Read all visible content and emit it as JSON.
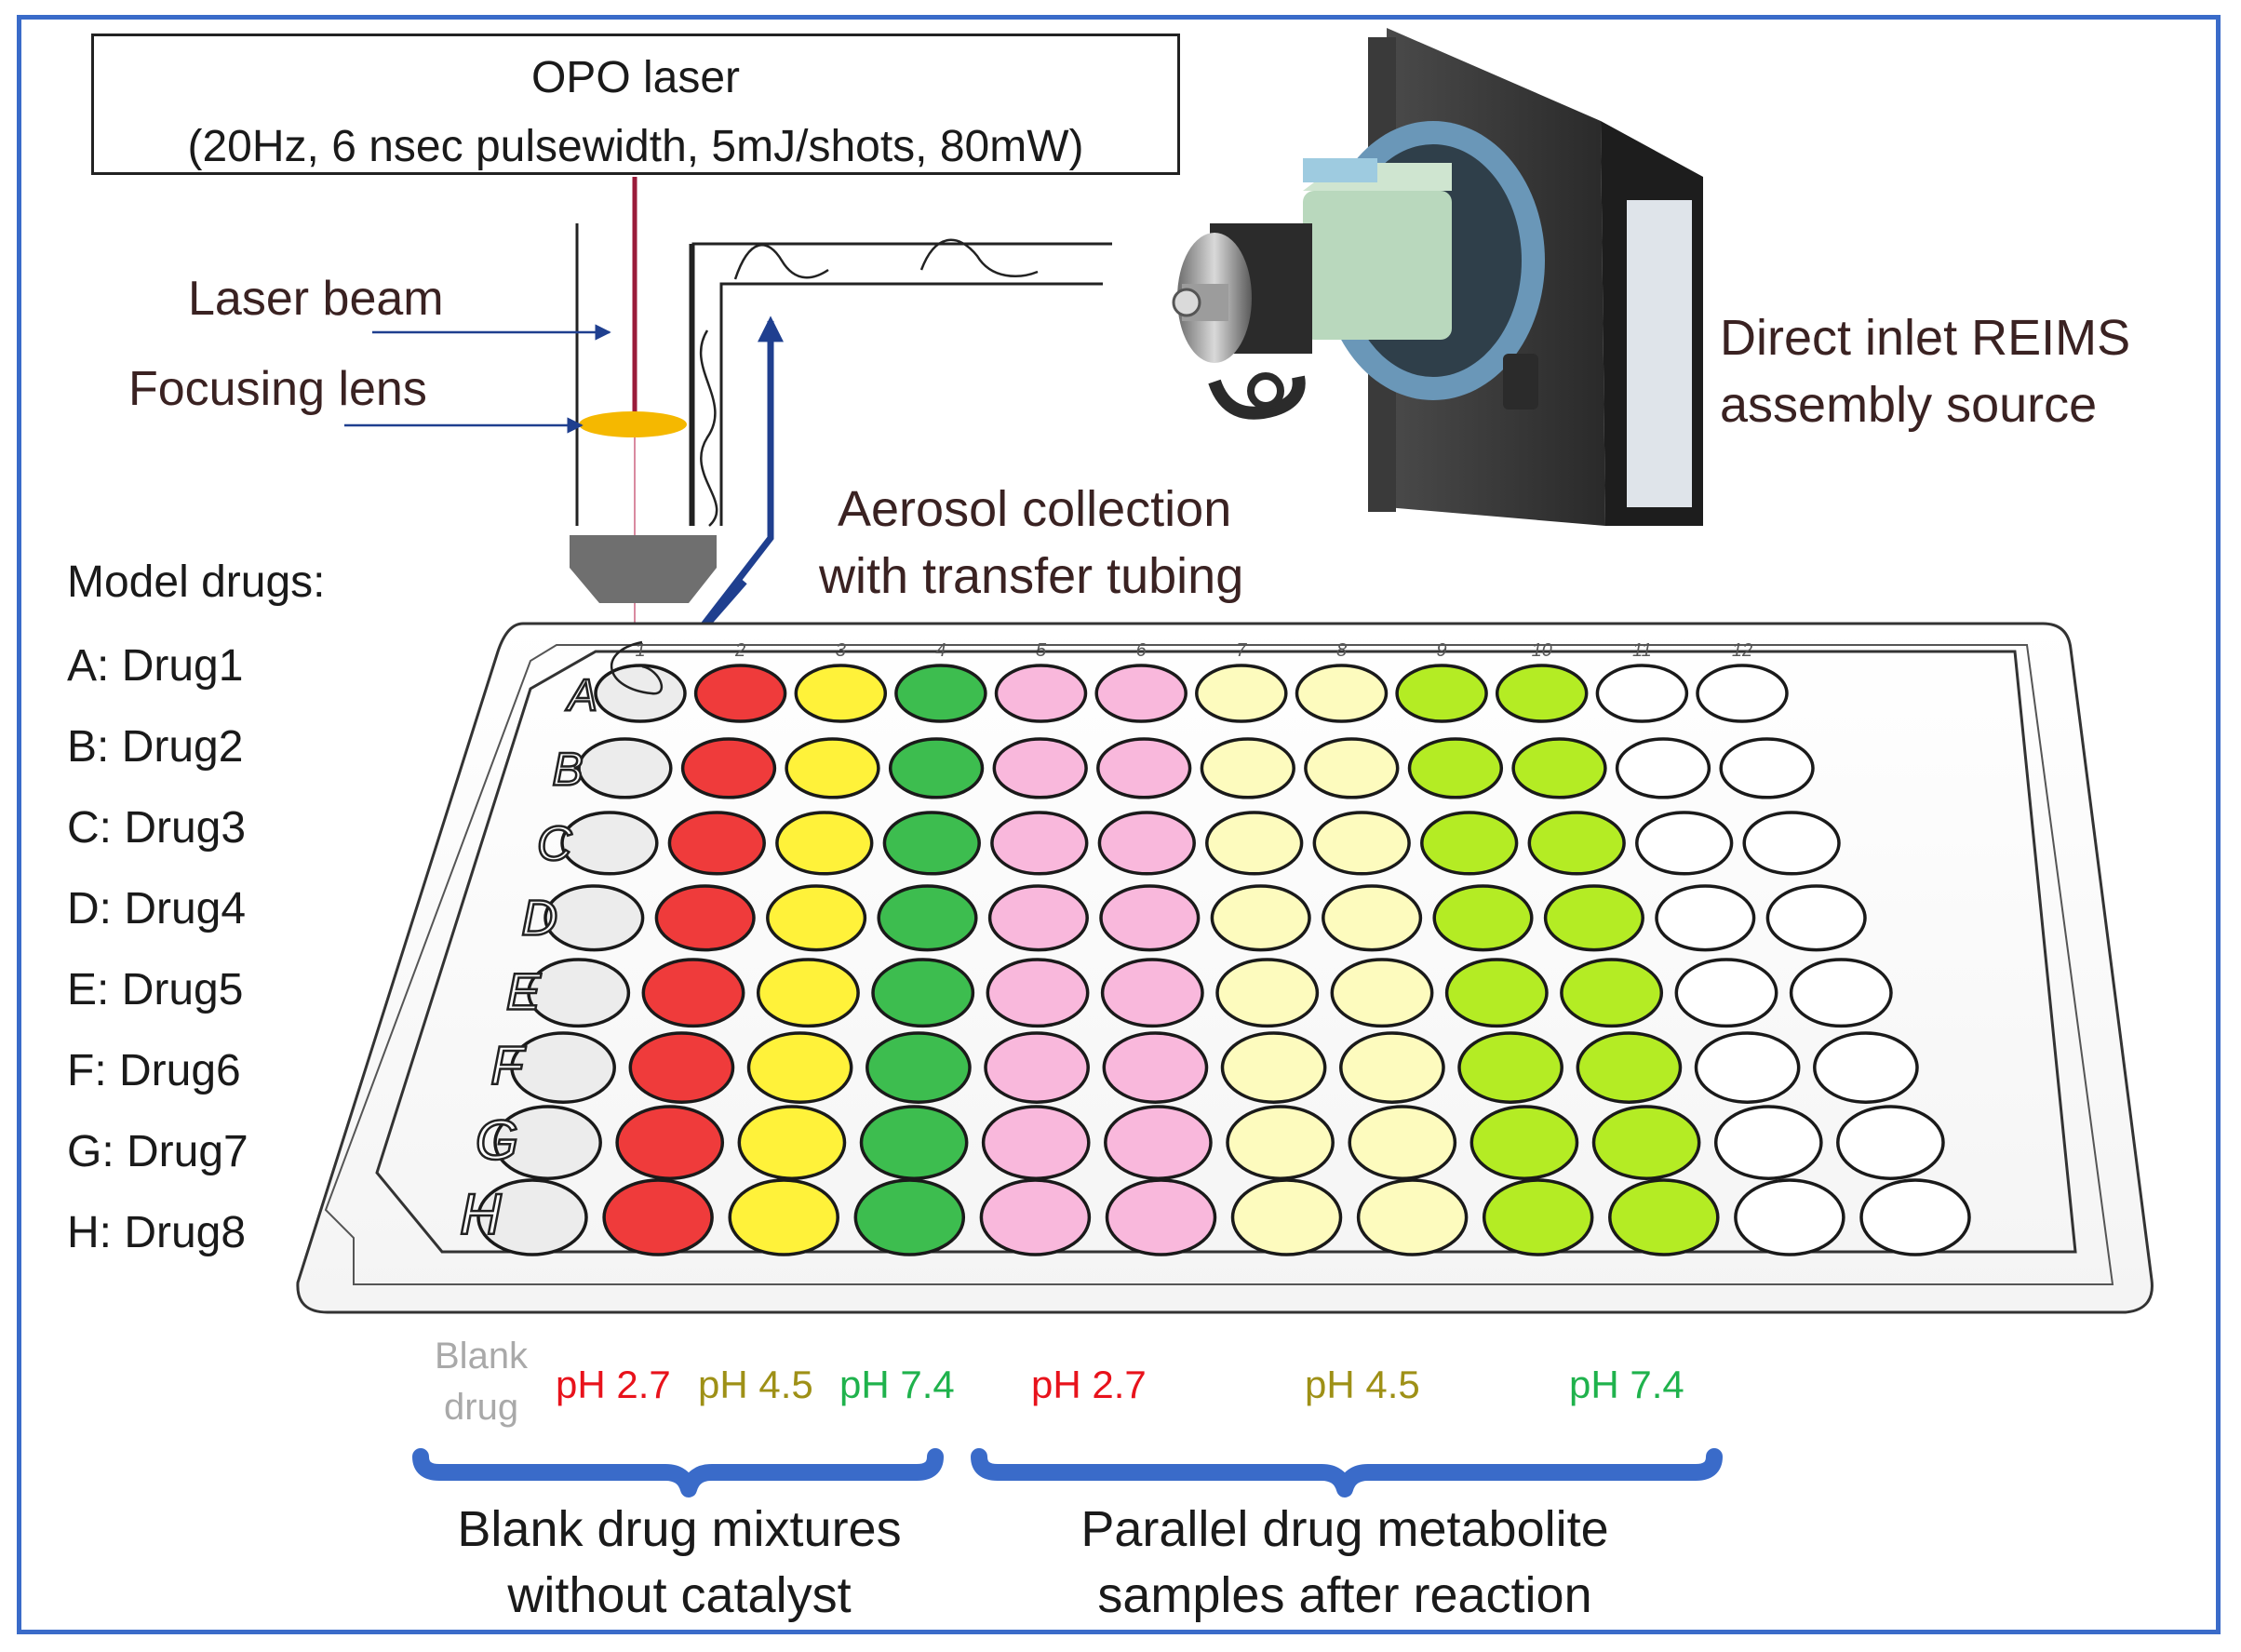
{
  "laser": {
    "title": "OPO laser",
    "specs": "(20Hz, 6 nsec pulsewidth, 5mJ/shots, 80mW)"
  },
  "labels": {
    "laser_beam": "Laser beam",
    "focusing_lens": "Focusing lens",
    "aerosol_line1": "Aerosol collection",
    "aerosol_line2": "with transfer tubing",
    "reims_line1": "Direct  inlet  REIMS",
    "reims_line2": "assembly source"
  },
  "model_drugs": {
    "header": "Model drugs:",
    "items": [
      "A: Drug1",
      "B: Drug2",
      "C: Drug3",
      "D: Drug4",
      "E: Drug5",
      "F: Drug6",
      "G: Drug7",
      "H: Drug8"
    ]
  },
  "plate": {
    "rows": [
      "A",
      "B",
      "C",
      "D",
      "E",
      "F",
      "G",
      "H"
    ],
    "columns": [
      "1",
      "2",
      "3",
      "4",
      "5",
      "6",
      "7",
      "8",
      "9",
      "10",
      "11",
      "12"
    ],
    "column_colors": [
      "#ececec",
      "#ef3b3b",
      "#fff23a",
      "#3dbd4f",
      "#f9b8dc",
      "#f9b8dc",
      "#fdfbbe",
      "#fdfbbe",
      "#b4ec24",
      "#b4ec24",
      "#ffffff",
      "#ffffff"
    ]
  },
  "conditions": {
    "blank_line1": "Blank",
    "blank_line2": "drug",
    "c1": "pH 2.7",
    "c2": "pH 4.5",
    "c3": "pH 7.4",
    "c4": "pH 2.7",
    "c5": "pH 4.5",
    "c6": "pH 7.4"
  },
  "groups": {
    "left_line1": "Blank drug mixtures",
    "left_line2": "without catalyst",
    "right_line1": "Parallel drug metabolite",
    "right_line2": "samples after reaction"
  },
  "colors": {
    "frame": "#3a6bc9",
    "brace": "#3a6bc9",
    "arrow": "#1f3f8f",
    "beam": "#9a1b3a",
    "lens": "#f5b800"
  }
}
